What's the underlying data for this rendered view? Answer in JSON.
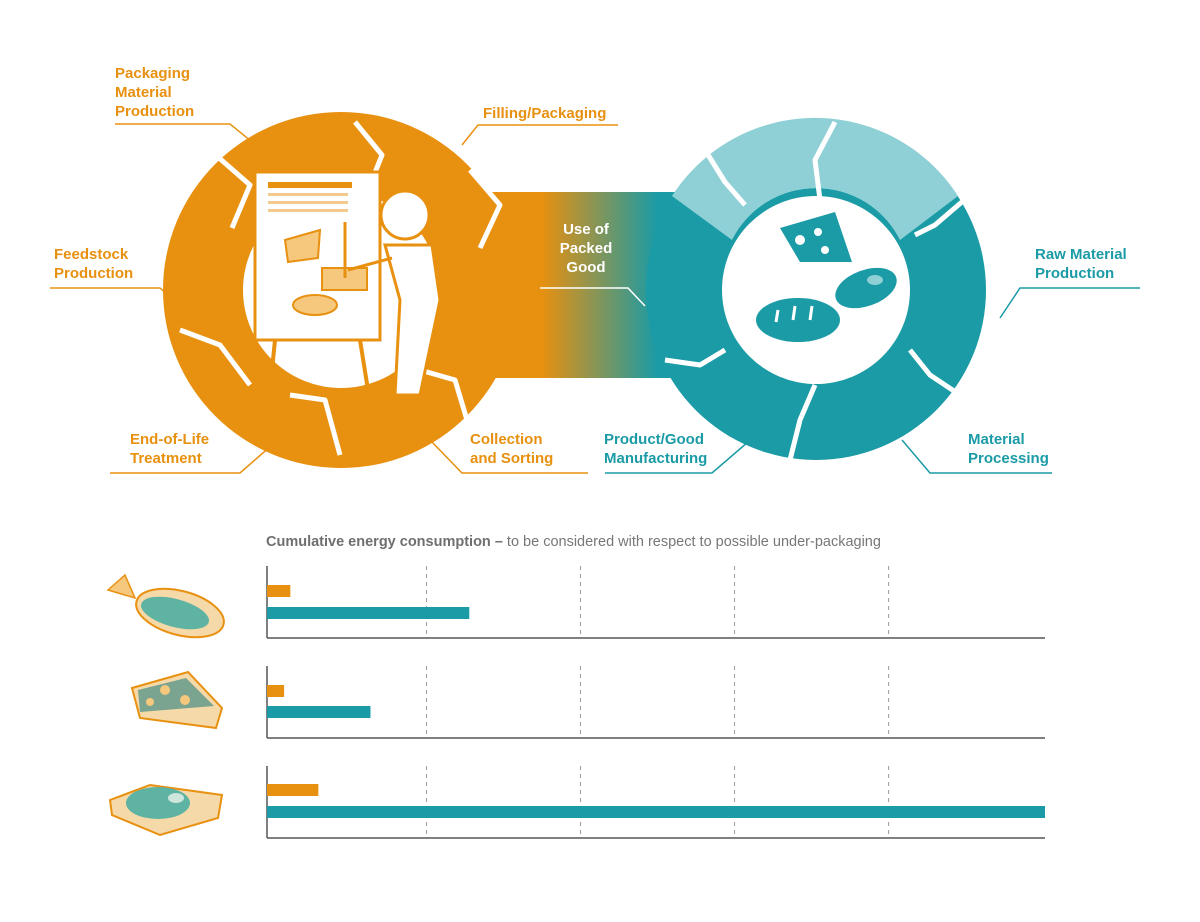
{
  "colors": {
    "orange": "#e8900f",
    "teal": "#1a9ba6",
    "light_teal": "#8fd0d6",
    "axis": "#555555",
    "grid": "#9a9a9a"
  },
  "left_cycle": {
    "packaging_material_production": "Packaging\nMaterial\nProduction",
    "filling_packaging": "Filling/Packaging",
    "feedstock_production": "Feedstock\nProduction",
    "end_of_life_treatment": "End-of-Life\nTreatment",
    "collection_and_sorting": "Collection\nand Sorting"
  },
  "center": {
    "use_of_packed_good": "Use of\nPacked\nGood"
  },
  "right_cycle": {
    "raw_material_production": "Raw Material\nProduction",
    "product_good_manufacturing": "Product/Good\nManufacturing",
    "material_processing": "Material\nProcessing"
  },
  "chart_data": {
    "type": "bar",
    "orientation": "horizontal",
    "title_bold": "Cumulative energy consumption –",
    "title_rest": " to be considered with respect to possible under-packaging",
    "categories": [
      "bread",
      "cheese",
      "meat"
    ],
    "category_icons": [
      "packaged-bread-icon",
      "packaged-cheese-icon",
      "packaged-meat-icon"
    ],
    "series": [
      {
        "color": "#e8900f",
        "values": [
          3,
          2.2,
          6.6
        ]
      },
      {
        "color": "#1a9ba6",
        "values": [
          26,
          13.3,
          100
        ]
      }
    ],
    "xlim": [
      0,
      100
    ],
    "grid": "dashed vertical",
    "gridlines": [
      20.5,
      40.3,
      60.1,
      79.9
    ]
  }
}
